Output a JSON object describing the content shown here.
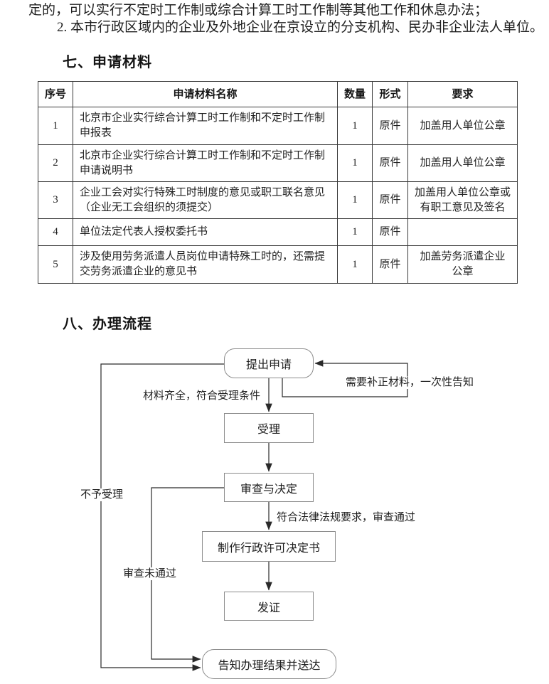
{
  "intro": {
    "line1": "定的，可以实行不定时工作制或综合计算工时工作制等其他工作和休息办法；",
    "line2": "2. 本市行政区域内的企业及外地企业在京设立的分支机构、民办非企业法人单位。"
  },
  "sections": {
    "materials_title": "七、申请材料",
    "process_title": "八、办理流程"
  },
  "materials_table": {
    "headers": [
      "序号",
      "申请材料名称",
      "数量",
      "形式",
      "要求"
    ],
    "rows": [
      {
        "no": "1",
        "name": "北京市企业实行综合计算工时工作制和不定时工作制\n申报表",
        "qty": "1",
        "form": "原件",
        "req": "加盖用人单位公章"
      },
      {
        "no": "2",
        "name": "北京市企业实行综合计算工时工作制和不定时工作制\n申请说明书",
        "qty": "1",
        "form": "原件",
        "req": "加盖用人单位公章"
      },
      {
        "no": "3",
        "name": "企业工会对实行特殊工时制度的意见或职工联名意见\n（企业无工会组织的须提交）",
        "qty": "1",
        "form": "原件",
        "req": "加盖用人单位公章或\n有职工意见及签名"
      },
      {
        "no": "4",
        "name": "单位法定代表人授权委托书",
        "qty": "1",
        "form": "原件",
        "req": ""
      },
      {
        "no": "5",
        "name": "涉及使用劳务派遣人员岗位申请特殊工时的，还需提\n交劳务派遣企业的意见书",
        "qty": "1",
        "form": "原件",
        "req": "加盖劳务派遣企业\n公章"
      }
    ]
  },
  "flowchart": {
    "nodes": {
      "start": "提出申请",
      "accept": "受理",
      "review": "审查与决定",
      "make_decision_doc": "制作行政许可决定书",
      "issue_cert": "发证",
      "notify_result": "告知办理结果并送达"
    },
    "labels": {
      "need_supplement": "需要补正材料，一次性告知",
      "materials_complete": "材料齐全，符合受理条件",
      "not_accepted": "不予受理",
      "review_passed": "符合法律法规要求，审查通过",
      "review_failed": "审查未通过"
    }
  },
  "colors": {
    "text": "#1f1f1f",
    "table_border": "#3a3a3a",
    "node_border": "#8c8c8c",
    "connector": "#2a2a2a",
    "background": "#ffffff"
  }
}
